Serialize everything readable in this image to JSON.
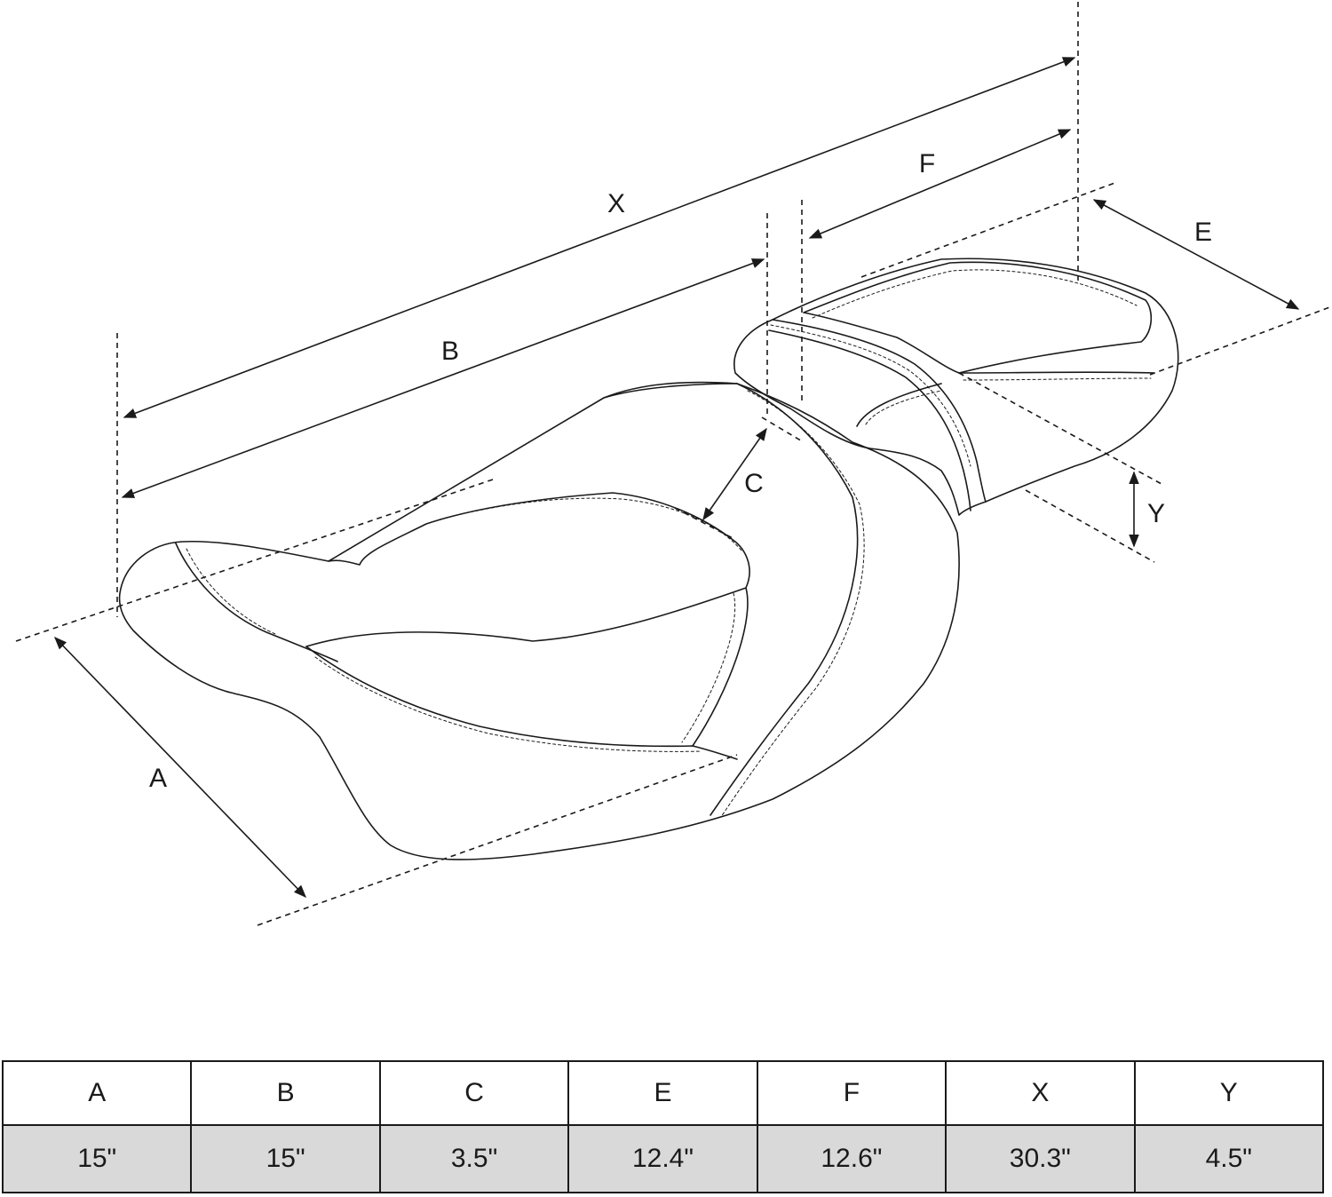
{
  "diagram": {
    "labels": {
      "A": "A",
      "B": "B",
      "C": "C",
      "E": "E",
      "F": "F",
      "X": "X",
      "Y": "Y"
    },
    "line_color": "#1a1a1a"
  },
  "table": {
    "headers": [
      "A",
      "B",
      "C",
      "E",
      "F",
      "X",
      "Y"
    ],
    "values": [
      "15\"",
      "15\"",
      "3.5\"",
      "12.4\"",
      "12.6\"",
      "30.3\"",
      "4.5\""
    ],
    "header_bg": "#ffffff",
    "value_bg": "#d9d9d9"
  }
}
